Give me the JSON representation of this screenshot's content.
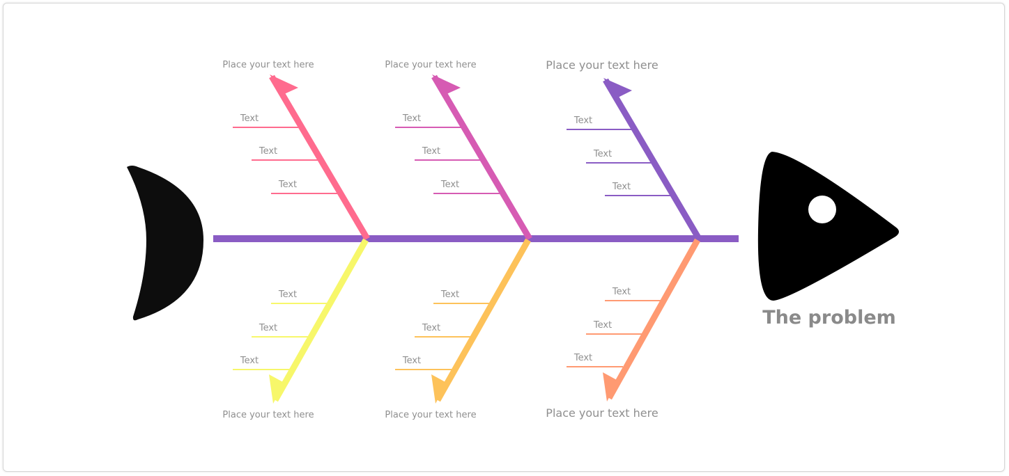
{
  "problem": {
    "label": "The problem"
  },
  "colors": {
    "spine": "#8a5cc4",
    "fish": "#0d0d0d",
    "top_1": "#ff6b8e",
    "top_2": "#d65bb3",
    "top_3": "#8a5cc4",
    "bottom_1": "#f7f76a",
    "bottom_2": "#fdc25a",
    "bottom_3": "#ff9a72"
  },
  "branches": {
    "top": [
      {
        "category": "Place your text here",
        "causes": [
          "Text",
          "Text",
          "Text"
        ]
      },
      {
        "category": "Place your text here",
        "causes": [
          "Text",
          "Text",
          "Text"
        ]
      },
      {
        "category": "Place your text here",
        "causes": [
          "Text",
          "Text",
          "Text"
        ]
      }
    ],
    "bottom": [
      {
        "category": "Place your text here",
        "causes": [
          "Text",
          "Text",
          "Text"
        ]
      },
      {
        "category": "Place your text here",
        "causes": [
          "Text",
          "Text",
          "Text"
        ]
      },
      {
        "category": "Place your text here",
        "causes": [
          "Text",
          "Text",
          "Text"
        ]
      }
    ]
  }
}
